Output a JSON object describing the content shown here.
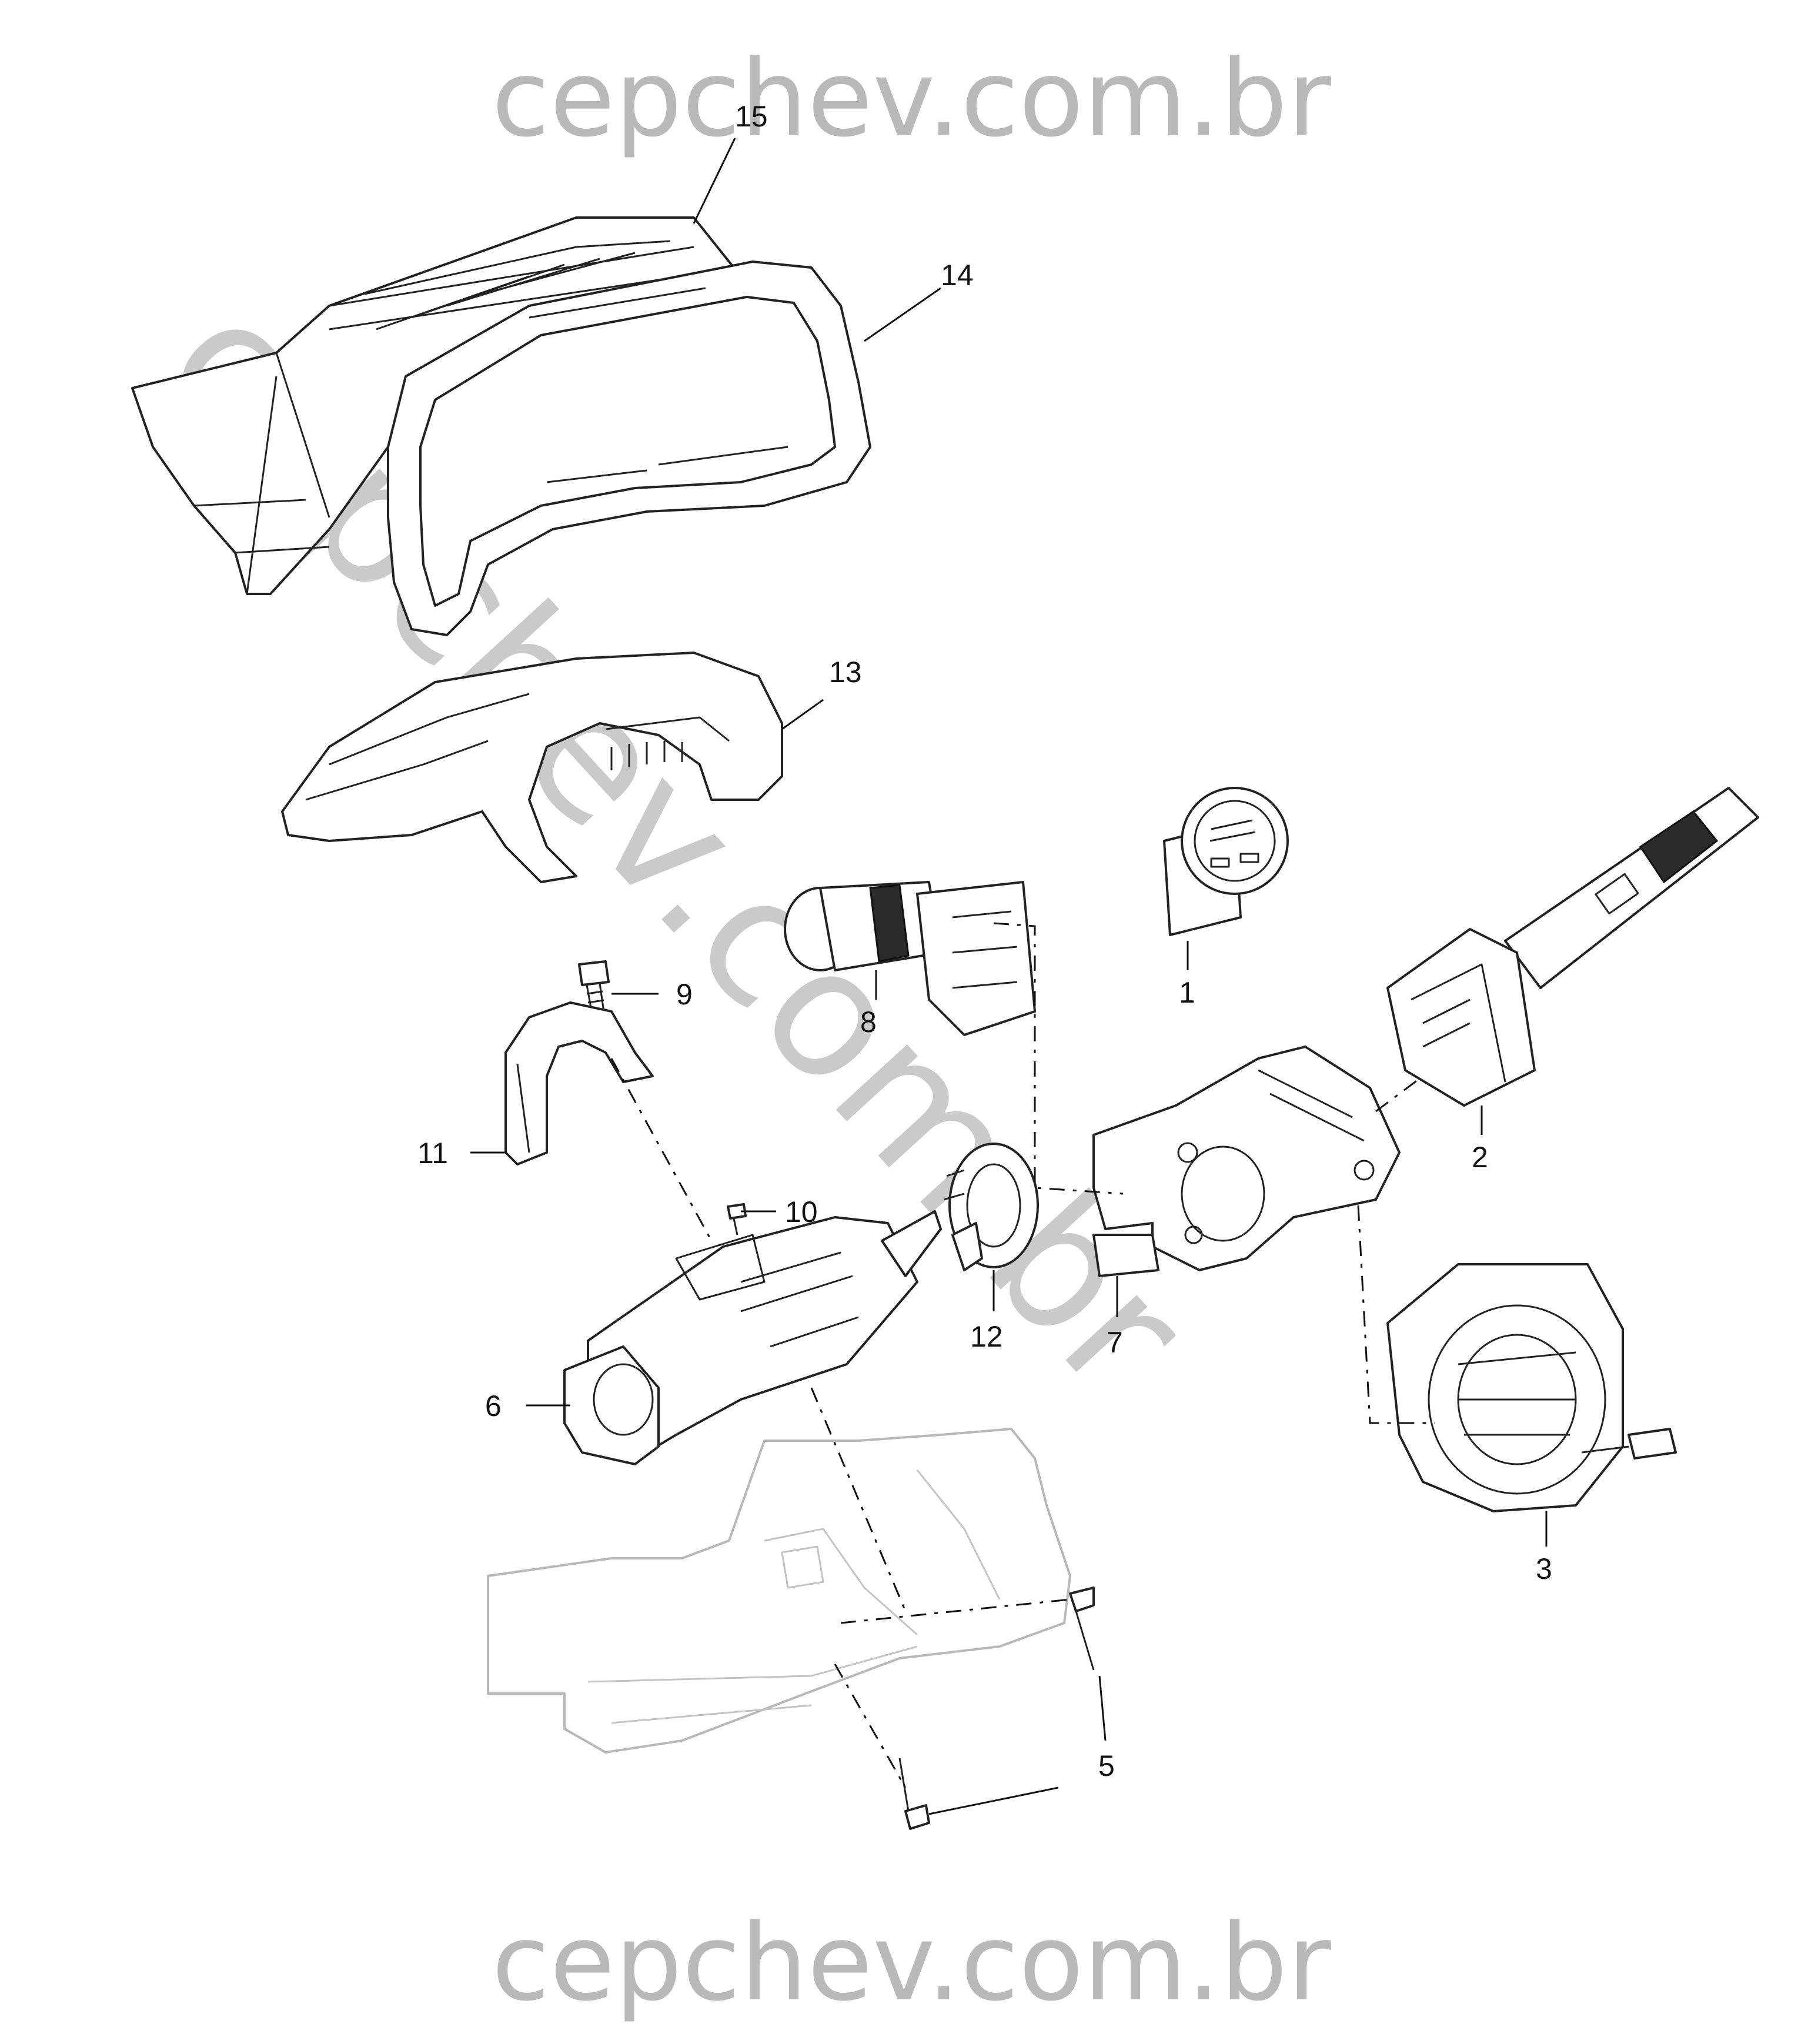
{
  "watermark": {
    "top": "cepchev.com.br",
    "bottom": "cepchev.com.br",
    "diagonal": "cepchev.com.br"
  },
  "callouts": [
    {
      "id": "1",
      "label": "1"
    },
    {
      "id": "2",
      "label": "2"
    },
    {
      "id": "3",
      "label": "3"
    },
    {
      "id": "5",
      "label": "5"
    },
    {
      "id": "6",
      "label": "6"
    },
    {
      "id": "7",
      "label": "7"
    },
    {
      "id": "8",
      "label": "8"
    },
    {
      "id": "9",
      "label": "9"
    },
    {
      "id": "10",
      "label": "10"
    },
    {
      "id": "11",
      "label": "11"
    },
    {
      "id": "12",
      "label": "12"
    },
    {
      "id": "13",
      "label": "13"
    },
    {
      "id": "14",
      "label": "14"
    },
    {
      "id": "15",
      "label": "15"
    }
  ],
  "colors": {
    "line_art": "#222222",
    "ghost_part": "#b8b8b8",
    "watermark": "#b9b9b9",
    "background": "#ffffff"
  }
}
